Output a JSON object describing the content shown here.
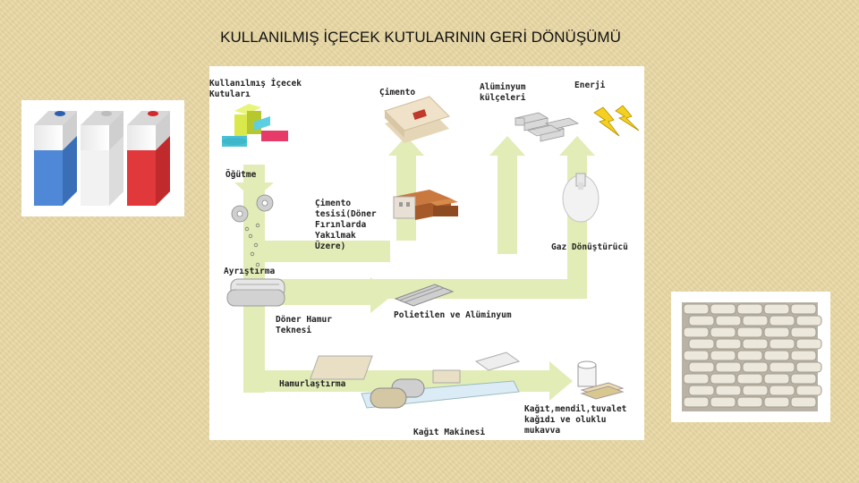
{
  "slide": {
    "title": "KULLANILMIŞ İÇECEK KUTULARININ GERİ DÖNÜŞÜMÜ"
  },
  "diagram": {
    "labels": {
      "used_cartons": "Kullanılmış İçecek\nKutuları",
      "cement": "Çimento",
      "aluminum_ingots": "Alüminyum\nkülçeleri",
      "energy": "Enerji",
      "grinding": "Öğütme",
      "cement_plant": "Çimento\ntesisi(Döner\nFırınlarda\nYakılmak\nÜzere)",
      "gas_converter": "Gaz Dönüştürücü",
      "separation": "Ayrıştırma",
      "polyethylene_aluminum": "Polietilen ve Alüminyum",
      "rotary_pulp_tank": "Döner Hamur\nTeknesi",
      "pulping": "Hamurlaştırma",
      "paper_machine": "Kağıt Makinesi",
      "paper_products": "Kağıt,mendil,tuvalet\nkağıdı ve oluklu\nmukavva"
    },
    "colors": {
      "flow_arrow": "#e2ecb6",
      "cement_bag": "#efe2c8",
      "factory": "#a65a2a"
    }
  }
}
